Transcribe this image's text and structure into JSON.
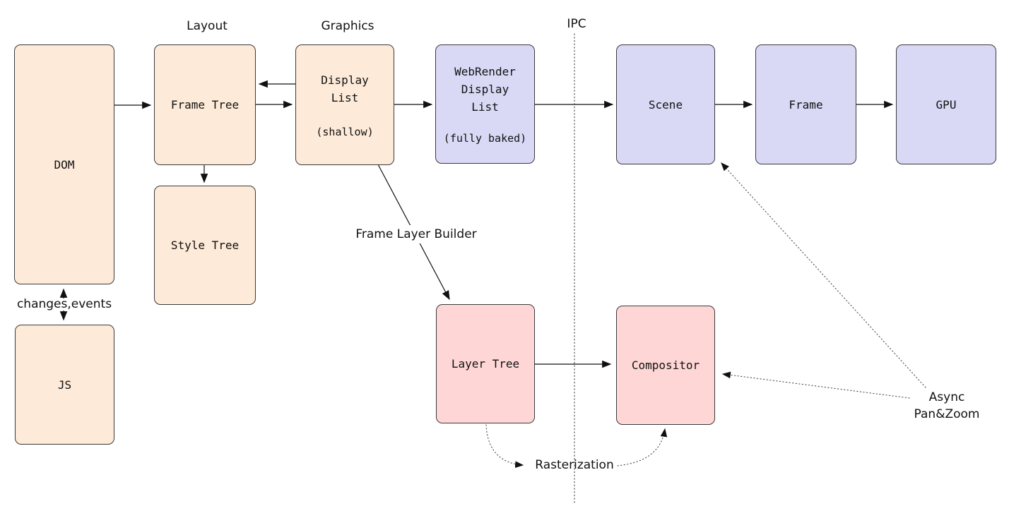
{
  "colors": {
    "main_process_fill": "#fdead8",
    "webrender_fill": "#d9d9f6",
    "compositor_fill": "#ffd6d6",
    "box_border": "#3a3a3a",
    "line": "#1a1a1a",
    "dotted_line": "#4a4a4a"
  },
  "section_labels": {
    "layout": "Layout",
    "graphics": "Graphics",
    "ipc": "IPC"
  },
  "edge_labels": {
    "changes_events": "changes,events",
    "frame_layer_builder": "Frame Layer Builder",
    "rasterization": "Rasterization",
    "async_pan_zoom_line1": "Async",
    "async_pan_zoom_line2": "Pan&Zoom"
  },
  "boxes": {
    "dom": {
      "label": "DOM"
    },
    "frame_tree": {
      "label": "Frame Tree"
    },
    "style_tree": {
      "label": "Style Tree"
    },
    "display_list": {
      "line1": "Display",
      "line2": "List",
      "sub": "(shallow)"
    },
    "webrender_display_list": {
      "line1": "WebRender",
      "line2": "Display",
      "line3": "List",
      "sub": "(fully baked)"
    },
    "scene": {
      "label": "Scene"
    },
    "frame": {
      "label": "Frame"
    },
    "gpu": {
      "label": "GPU"
    },
    "js": {
      "label": "JS"
    },
    "layer_tree": {
      "label": "Layer Tree"
    },
    "compositor": {
      "label": "Compositor"
    }
  }
}
